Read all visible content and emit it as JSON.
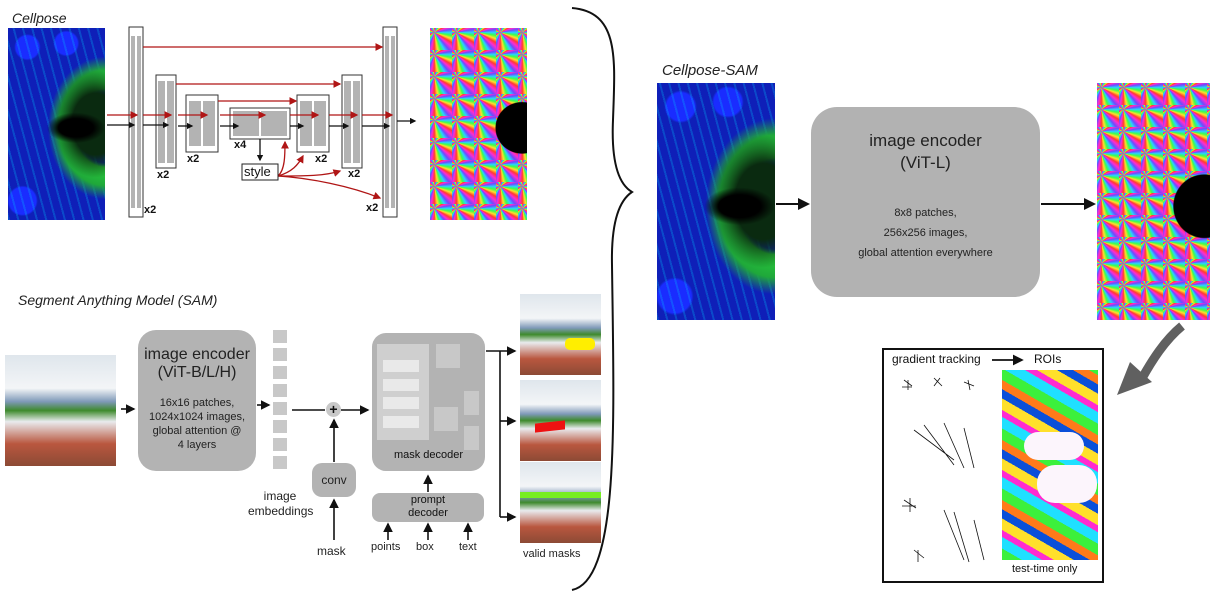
{
  "cellpose": {
    "title": "Cellpose",
    "multipliers": [
      "x2",
      "x2",
      "x2",
      "x4",
      "x2",
      "x2",
      "x2"
    ],
    "style_label": "style"
  },
  "sam": {
    "title": "Segment Anything Model (SAM)",
    "encoder": {
      "title": "image encoder",
      "subtitle": "(ViT-B/L/H)",
      "details": [
        "16x16 patches,",
        "1024x1024 images,",
        "global attention @",
        "4 layers"
      ]
    },
    "embeddings_label": [
      "image",
      "embeddings"
    ],
    "plus_symbol": "+",
    "conv_label": "conv",
    "mask_input_label": "mask",
    "mask_decoder_label": "mask decoder",
    "prompt_decoder_label": [
      "prompt",
      "decoder"
    ],
    "prompts": [
      "points",
      "box",
      "text"
    ],
    "valid_masks_label": "valid masks",
    "mask_colors": [
      "#ffee00",
      "#ee1111",
      "#77ee22"
    ]
  },
  "cellpose_sam": {
    "title": "Cellpose-SAM",
    "encoder": {
      "title": "image encoder",
      "subtitle": "(ViT-L)",
      "details": [
        "8x8 patches,",
        "256x256 images,",
        "global attention everywhere"
      ]
    }
  },
  "postprocess": {
    "left_label": "gradient tracking",
    "right_label": "ROIs",
    "footer": "test-time only"
  },
  "colors": {
    "skip_arrow": "#b01515",
    "block_gray": "#b3b3b3",
    "arrow_gray": "#606060"
  }
}
